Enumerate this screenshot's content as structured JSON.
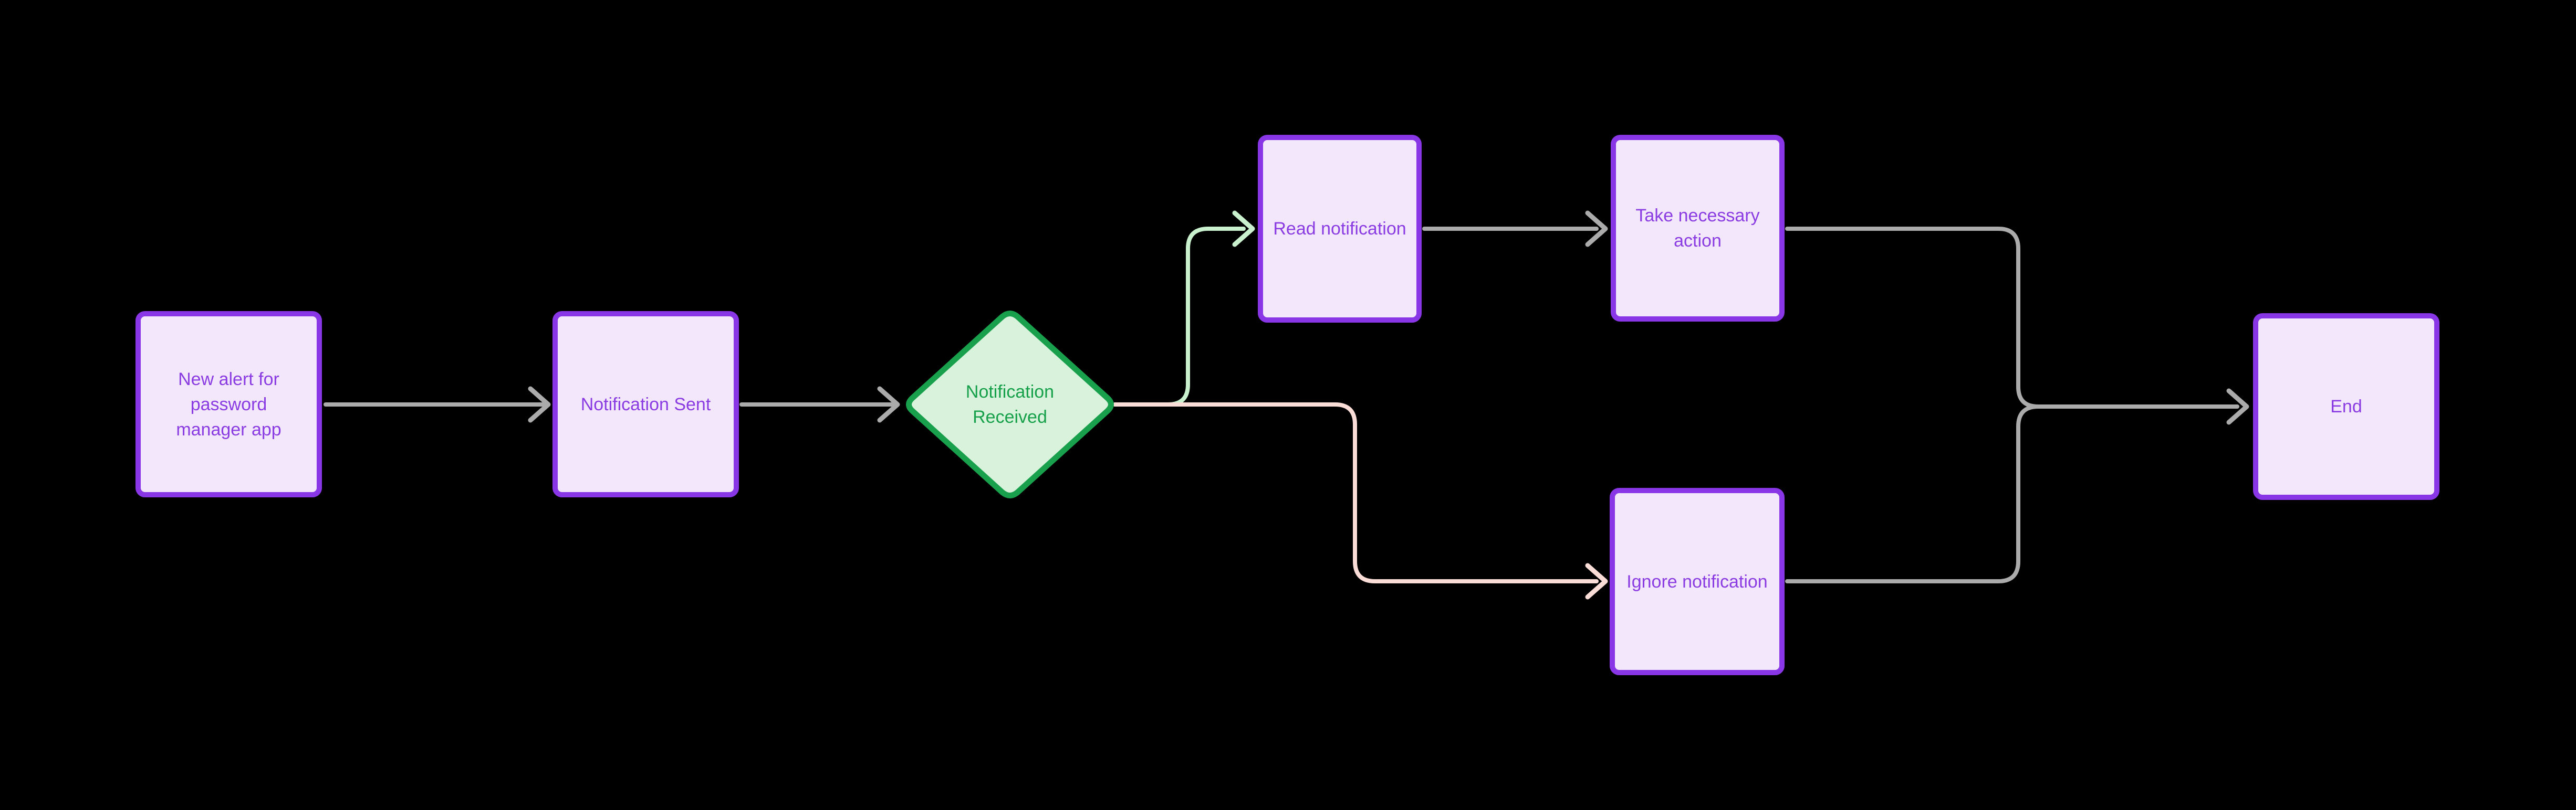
{
  "diagram": {
    "type": "flowchart",
    "background": "#000000",
    "nodes": [
      {
        "id": "new_alert",
        "label": "New alert for password manager app",
        "shape": "rect",
        "fill": "#F2E7FB",
        "border": "#8936E6",
        "text_color": "#8A3CE2"
      },
      {
        "id": "notification_sent",
        "label": "Notification Sent",
        "shape": "rect",
        "fill": "#F2E7FB",
        "border": "#8936E6",
        "text_color": "#8A3CE2"
      },
      {
        "id": "notification_received",
        "label": "Notification Received",
        "shape": "diamond",
        "fill": "#D9F2DC",
        "border": "#18A04C",
        "text_color": "#16A04A"
      },
      {
        "id": "read_notification",
        "label": "Read notification",
        "shape": "rect",
        "fill": "#F2E7FB",
        "border": "#8936E6",
        "text_color": "#8A3CE2"
      },
      {
        "id": "take_action",
        "label": "Take necessary action",
        "shape": "rect",
        "fill": "#F2E7FB",
        "border": "#8936E6",
        "text_color": "#8A3CE2"
      },
      {
        "id": "ignore_notification",
        "label": "Ignore notification",
        "shape": "rect",
        "fill": "#F2E7FB",
        "border": "#8936E6",
        "text_color": "#8A3CE2"
      },
      {
        "id": "end",
        "label": "End",
        "shape": "rect",
        "fill": "#F2E7FB",
        "border": "#8936E6",
        "text_color": "#8A3CE2"
      }
    ],
    "edges": [
      {
        "from": "new_alert",
        "to": "notification_sent",
        "color": "#ABABAB"
      },
      {
        "from": "notification_sent",
        "to": "notification_received",
        "color": "#ABABAB"
      },
      {
        "from": "notification_received",
        "to": "read_notification",
        "color": "#C9F1CE"
      },
      {
        "from": "notification_received",
        "to": "ignore_notification",
        "color": "#FADDD6"
      },
      {
        "from": "read_notification",
        "to": "take_action",
        "color": "#ABABAB"
      },
      {
        "from": "take_action",
        "to": "end",
        "color": "#ABABAB"
      },
      {
        "from": "ignore_notification",
        "to": "end",
        "color": "#ABABAB"
      }
    ]
  }
}
